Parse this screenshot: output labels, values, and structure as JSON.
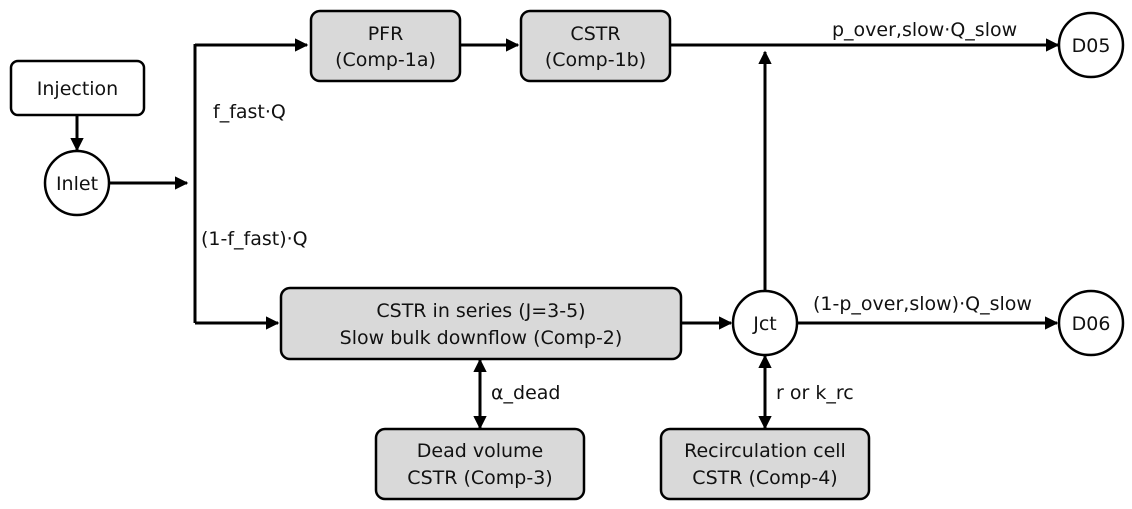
{
  "nodes": {
    "injection": "Injection",
    "inlet": "Inlet",
    "junction": "Jct",
    "d05": "D05",
    "d06": "D06"
  },
  "compartments": {
    "pfr": {
      "line1": "PFR",
      "line2": "(Comp-1a)"
    },
    "cstr_fast": {
      "line1": "CSTR",
      "line2": "(Comp-1b)"
    },
    "cstr_series": {
      "line1": "CSTR in series  (J=3-5)",
      "line2": "Slow bulk downflow (Comp-2)"
    },
    "dead_volume": {
      "line1": "Dead volume",
      "line2": "CSTR  (Comp-3)"
    },
    "recirculation": {
      "line1": "Recirculation  cell",
      "line2": "CSTR  (Comp-4)"
    }
  },
  "flow_labels": {
    "fast": "f_fast·Q",
    "slow": "(1-f_fast)·Q",
    "to_d05": "p_over,slow·Q_slow",
    "to_d06": "(1-p_over,slow)·Q_slow",
    "dead_exchange": "α_dead",
    "recirc_exchange": "r or k_rc"
  },
  "colors": {
    "box_fill": "#d9d9d9",
    "line": "#000000",
    "background": "#ffffff"
  }
}
